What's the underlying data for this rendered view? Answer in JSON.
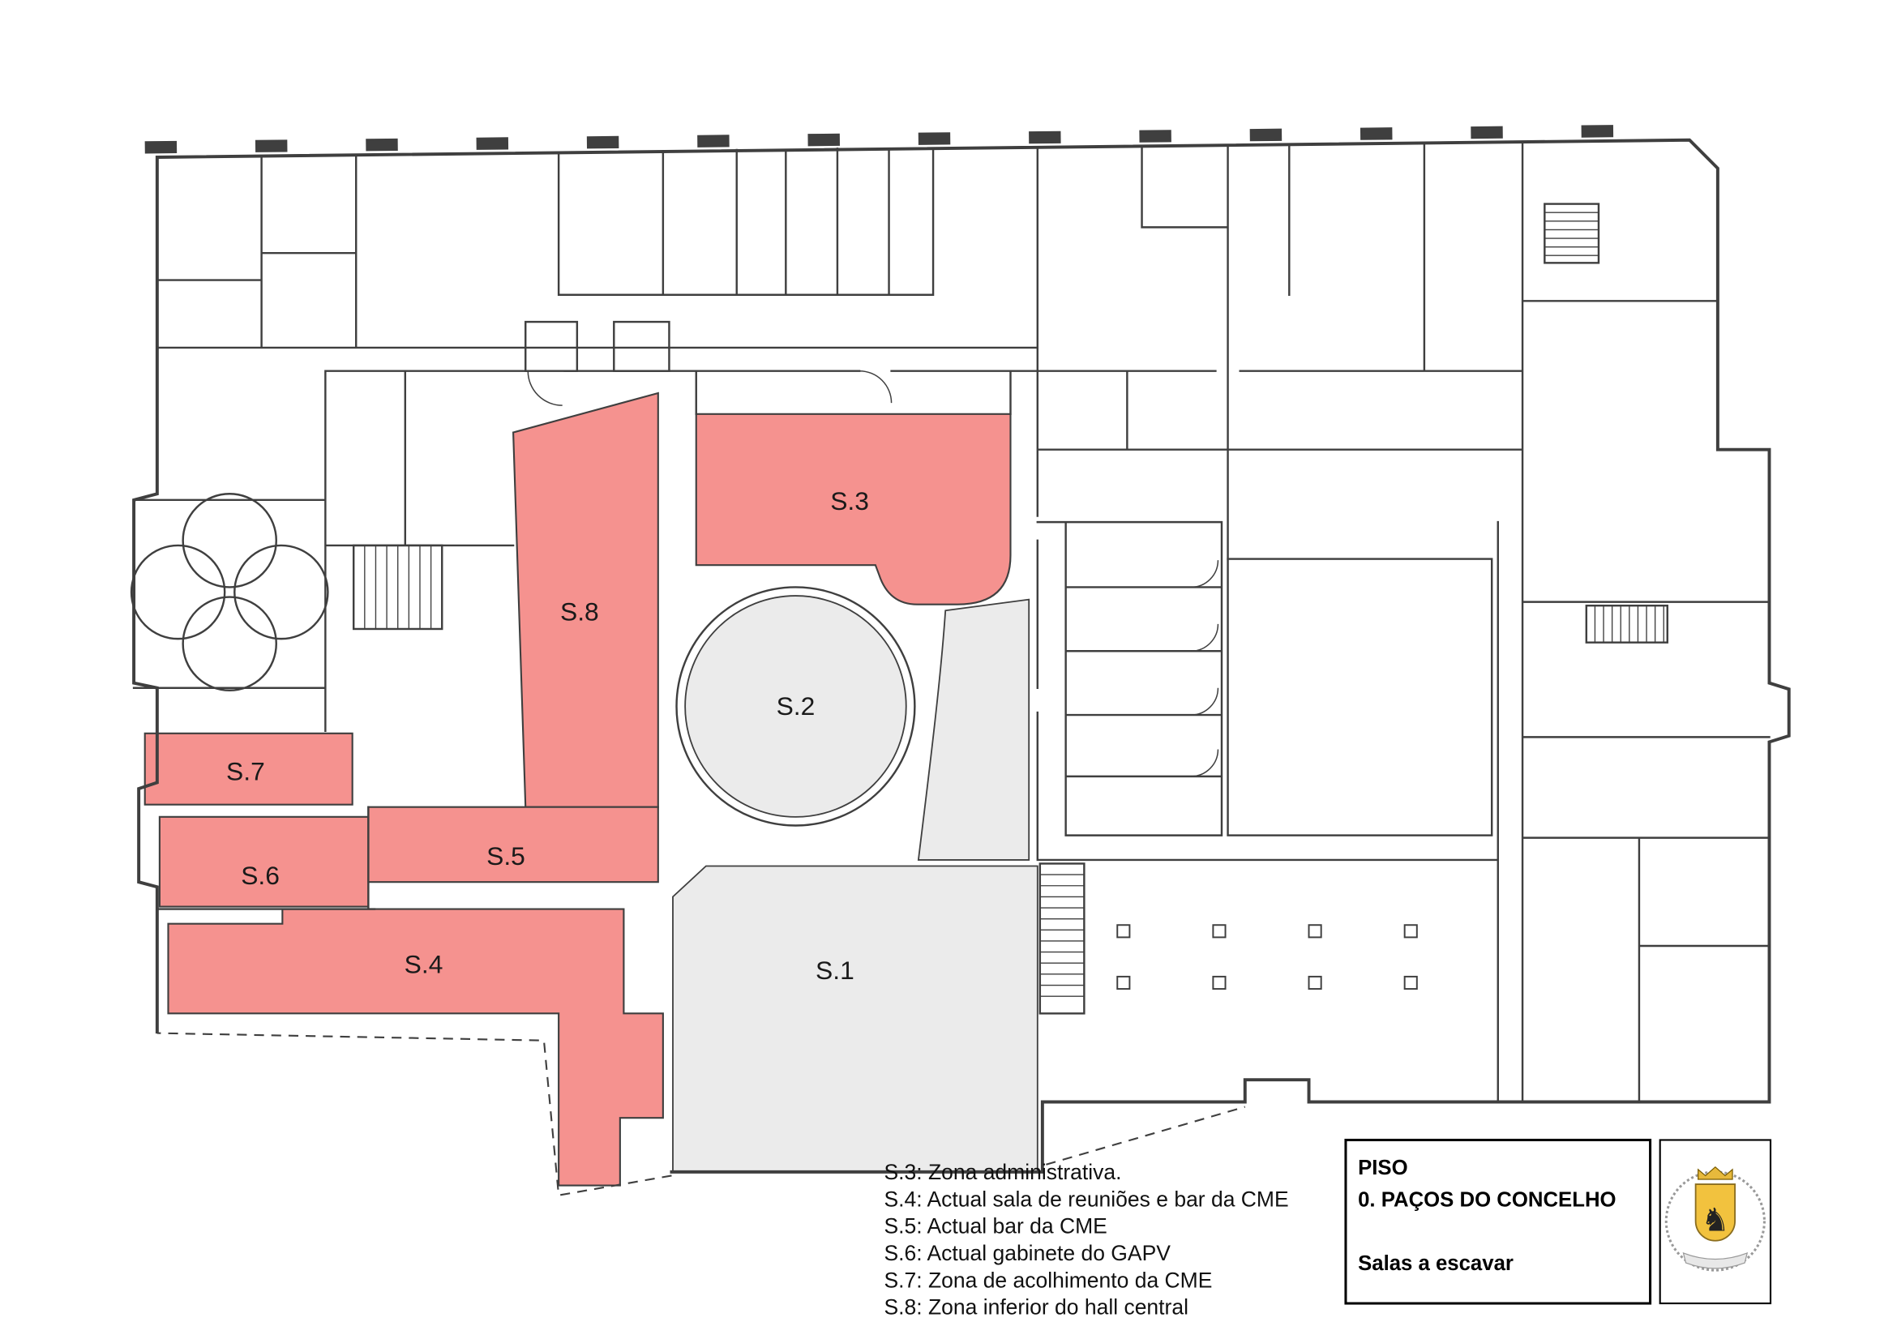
{
  "title_block": {
    "line1": "PISO",
    "line2": "0. PAÇOS DO CONCELHO",
    "line3": "Salas a escavar"
  },
  "rooms": {
    "s1": {
      "label": "S.1"
    },
    "s2": {
      "label": "S.2"
    },
    "s3": {
      "label": "S.3"
    },
    "s4": {
      "label": "S.4"
    },
    "s5": {
      "label": "S.5"
    },
    "s6": {
      "label": "S.6"
    },
    "s7": {
      "label": "S.7"
    },
    "s8": {
      "label": "S.8"
    }
  },
  "legend": {
    "items": [
      "S.3: Zona administrativa.",
      "S.4: Actual sala de reuniões e bar da CME",
      "S.5: Actual bar da CME",
      "S.6: Actual gabinete do GAPV",
      "S.7: Zona de acolhimento da CME",
      "S.8: Zona inferior do hall central"
    ]
  },
  "icons": {
    "knight": "♞"
  },
  "colors": {
    "highlight_pink": "#F5928F",
    "highlight_gray": "#EBEBEB",
    "wall": "#3f3f3f"
  }
}
